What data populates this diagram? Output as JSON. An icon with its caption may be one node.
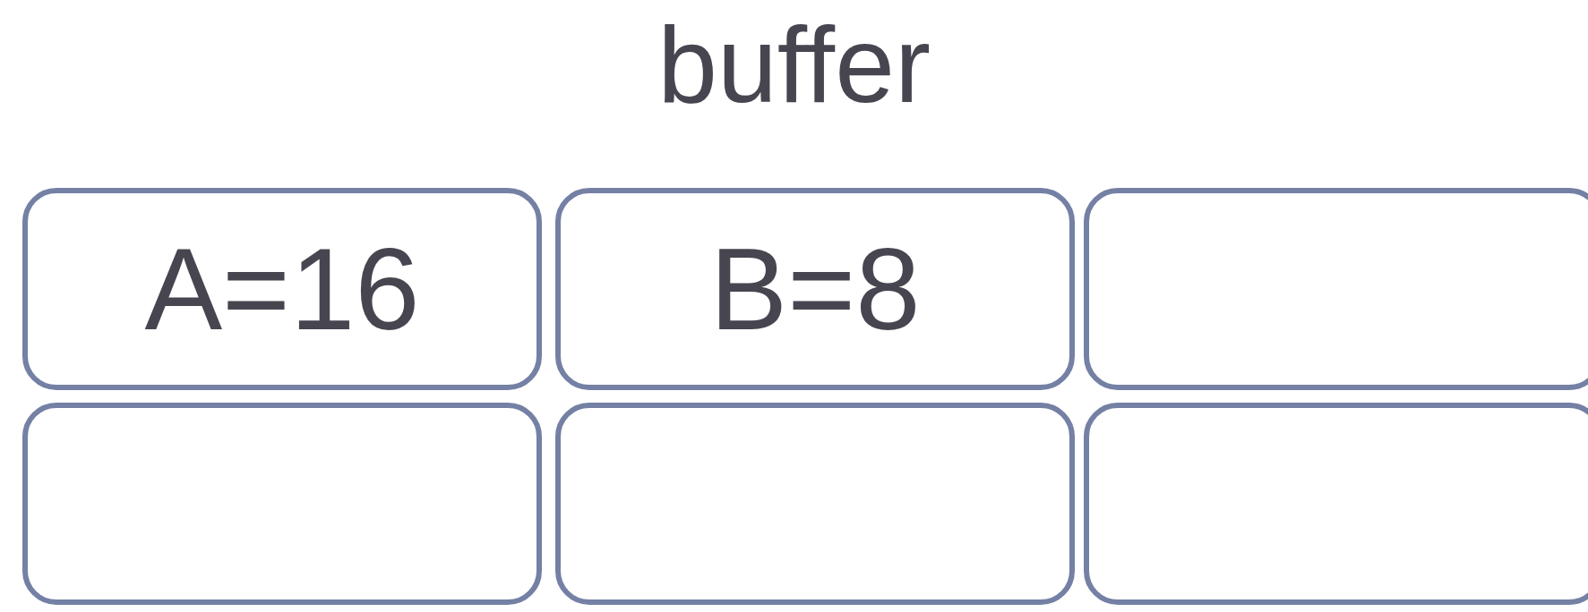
{
  "diagram": {
    "title": "buffer",
    "nodes": [
      {
        "text": [
          "A=16"
        ]
      },
      {
        "text": [
          "B=8"
        ]
      },
      {
        "text": [],
        "shape": "box"
      },
      {
        "text": [],
        "shape": "box"
      },
      {
        "text": [],
        "shape": "box"
      },
      {
        "text": [],
        "shape": "box"
      }
    ]
  }
}
